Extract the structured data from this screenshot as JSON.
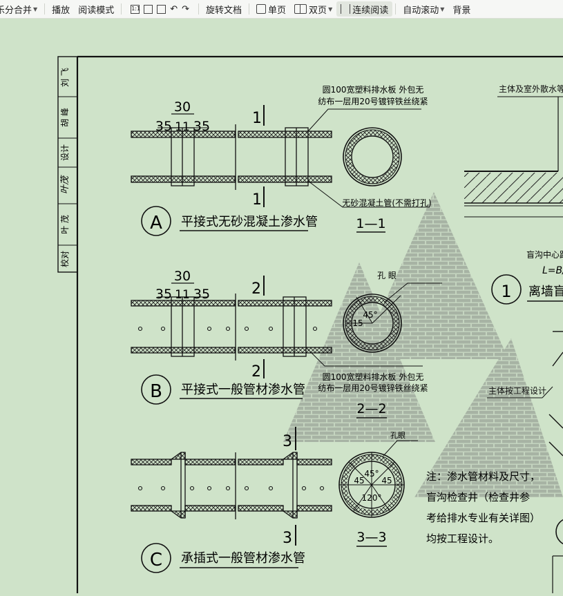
{
  "toolbar": {
    "items": [
      {
        "label": "乐分合并",
        "dropdown": true
      },
      {
        "label": "播放"
      },
      {
        "label": "阅读模式"
      },
      {
        "label": "旋转文档"
      },
      {
        "label": "单页"
      },
      {
        "label": "双页",
        "dropdown": true
      },
      {
        "label": "连续阅读",
        "active": true
      },
      {
        "label": "自动滚动",
        "dropdown": true
      },
      {
        "label": "背景"
      }
    ],
    "icons": [
      "actual-size-icon",
      "fit-page-icon",
      "fit-width-icon",
      "rotate-left-icon",
      "rotate-right-icon"
    ],
    "actual_size_glyph": "1:1"
  },
  "drawing": {
    "title_block": [
      "刘 飞",
      "胡 峰",
      "设计",
      "叶 茂",
      "校对"
    ],
    "signature": "叶茂",
    "pipe_a": {
      "dim_top": "30",
      "dim_left": "35",
      "dim_mid": "11",
      "dim_right": "35",
      "section_mark": "1",
      "circle": "A",
      "label": "平接式无砂混凝土渗水管"
    },
    "pipe_b": {
      "dim_top": "30",
      "dim_left": "35",
      "dim_mid": "11",
      "dim_right": "35",
      "section_mark": "2",
      "circle": "B",
      "label": "平接式一般管材渗水管"
    },
    "pipe_c": {
      "section_mark": "3",
      "circle": "C",
      "label": "承插式一般管材渗水管"
    },
    "note_a_1": "圆100宽塑料排水板 外包无",
    "note_a_2": "纺布一层用20号镀锌铁丝绕紧",
    "note_a_bottom": "无砂混凝土管(不需打孔)",
    "section_1": "1—1",
    "note_b_top": "孔 眼",
    "angle_45": "45°",
    "angle_15": "15",
    "note_b_1": "圆100宽塑料排水板 外包无",
    "note_b_2": "纺布一层用20号镀锌铁丝绕紧",
    "section_2": "2—2",
    "note_c_top": "孔眼",
    "angle_c_45a": "45",
    "angle_c_45b": "45°",
    "angle_c_45c": "45",
    "angle_c_120": "120°",
    "section_3": "3—3",
    "note_lines": [
      "注：渗水管材料及尺寸，",
      "盲沟检查井（检查井参",
      "考给排水专业有关详图）",
      "均按工程设计。"
    ],
    "right_top_note": "主体及室外散水等按",
    "right_mid_1": "盲沟中心距",
    "right_mid_2": "L=B/",
    "detail_1_circle": "1",
    "detail_1_label": "离墙盲",
    "right_lower_note": "主体按工程设计"
  }
}
